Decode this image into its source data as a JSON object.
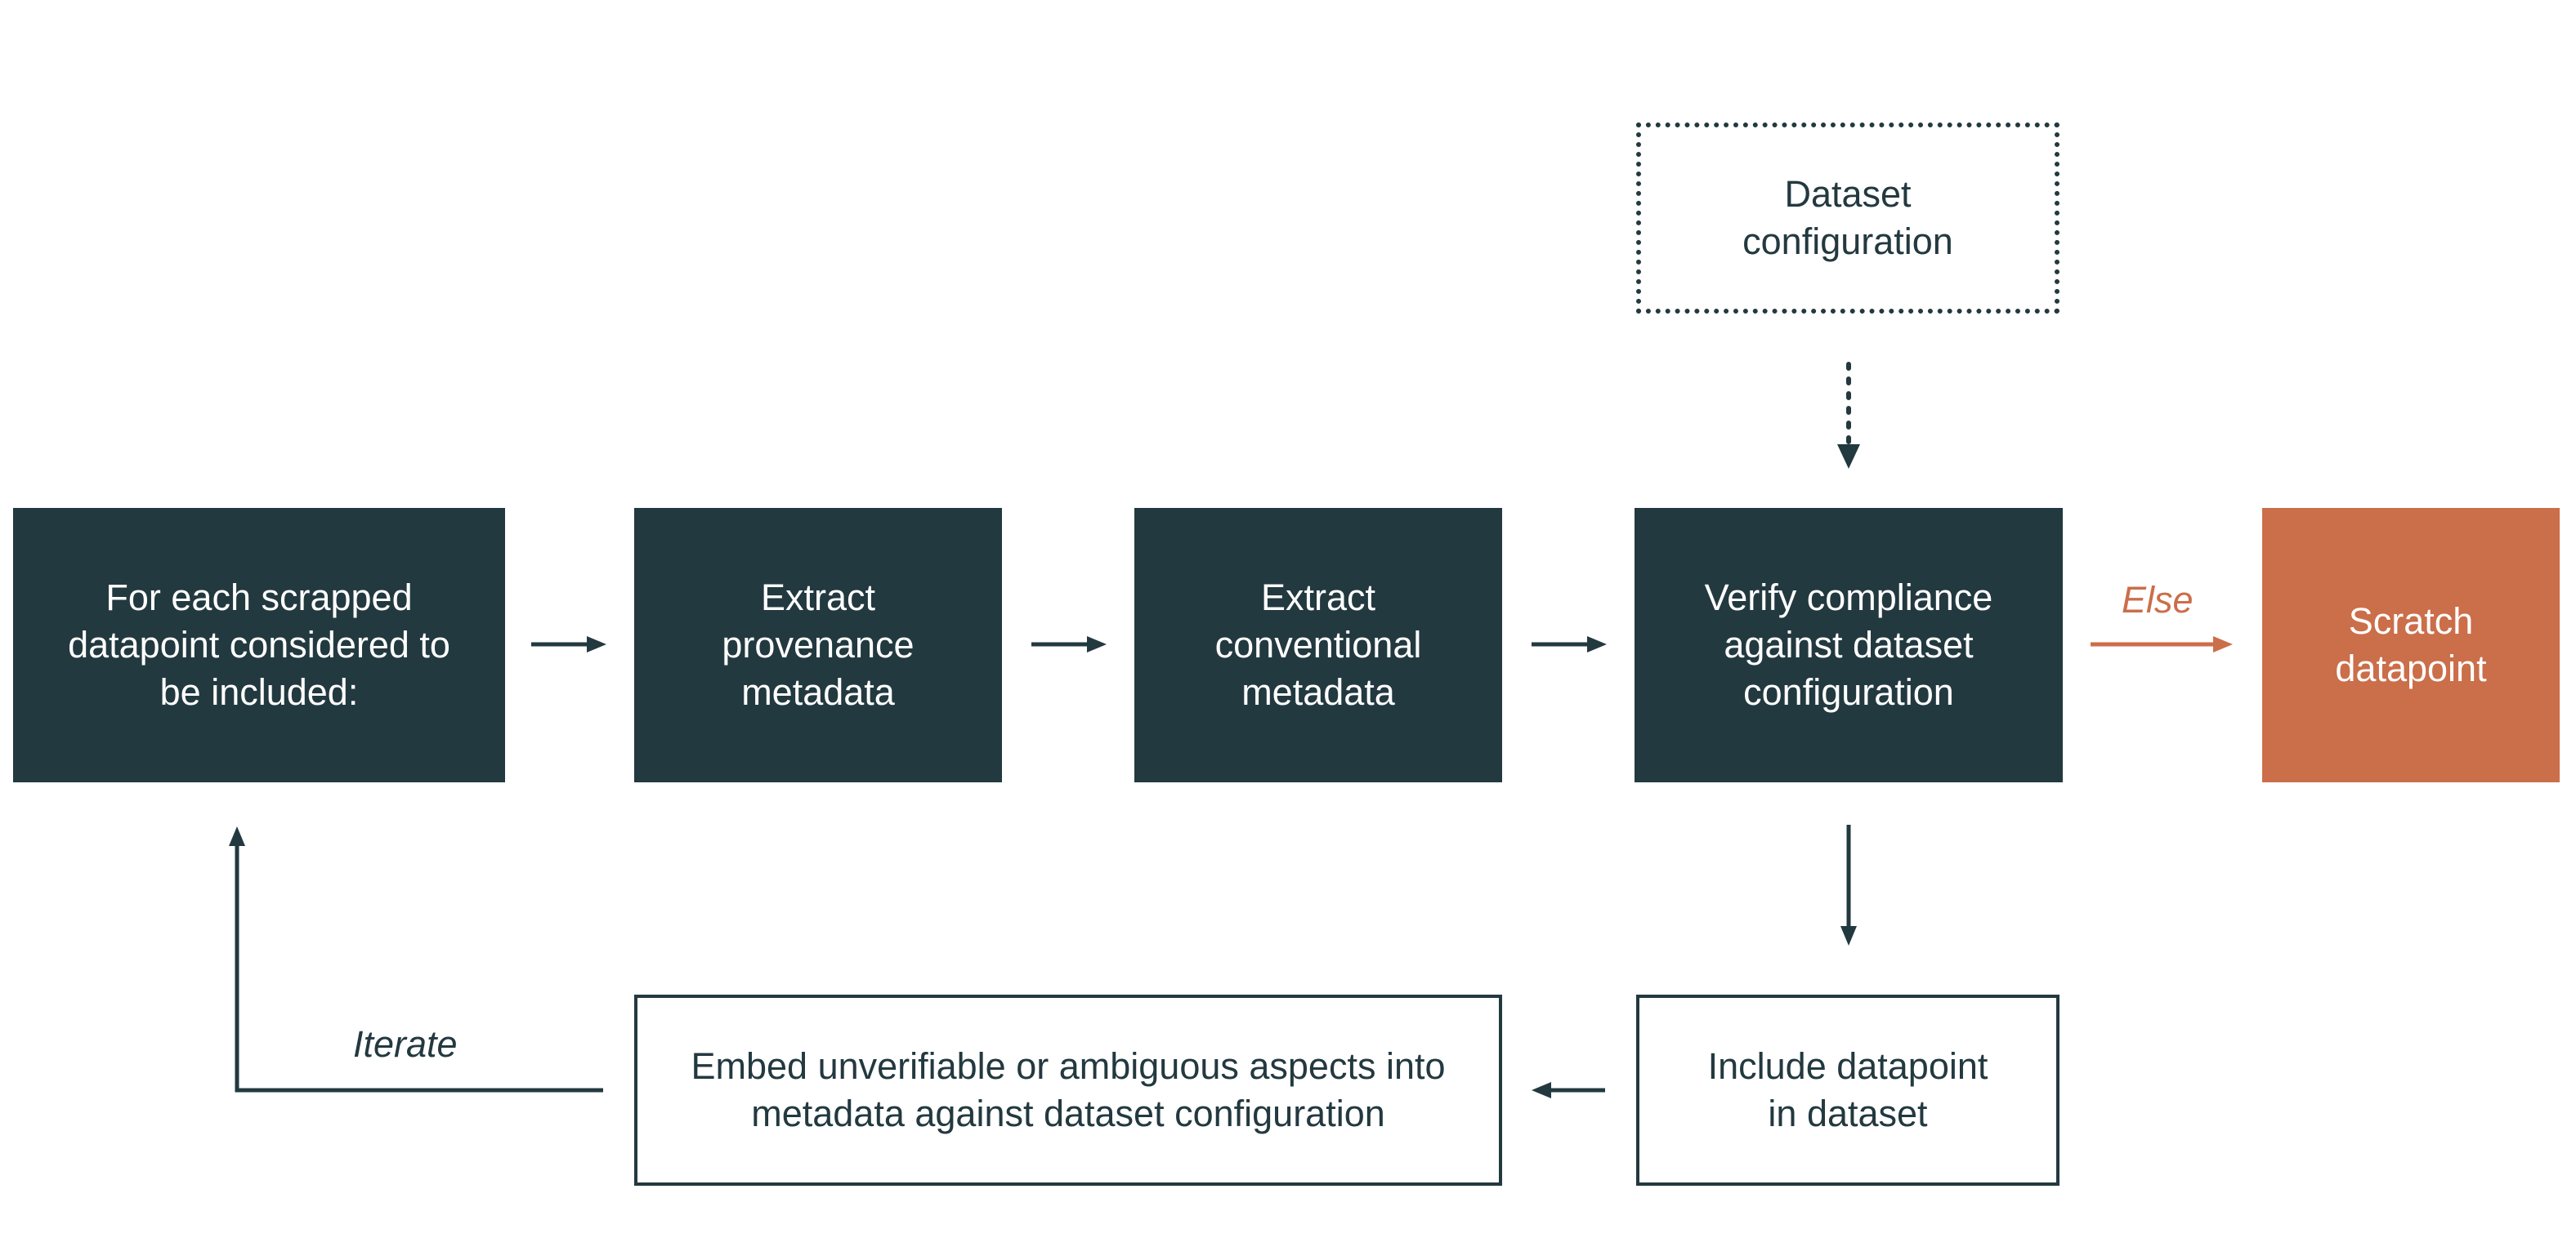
{
  "nodes": {
    "start": "For each scrapped\ndatapoint considered to\nbe included:",
    "provenance": "Extract\nprovenance\nmetadata",
    "conventional": "Extract\nconventional\nmetadata",
    "verify": "Verify compliance\nagainst dataset\nconfiguration",
    "scratch": "Scratch\ndatapoint",
    "config": "Dataset\nconfiguration",
    "include": "Include datapoint\nin dataset",
    "embed": "Embed unverifiable or ambiguous aspects into\nmetadata against dataset configuration"
  },
  "edge_labels": {
    "else": "Else",
    "iterate": "Iterate"
  },
  "colors": {
    "dark": "#233940",
    "accent": "#cb6e4a",
    "background": "#ffffff"
  }
}
